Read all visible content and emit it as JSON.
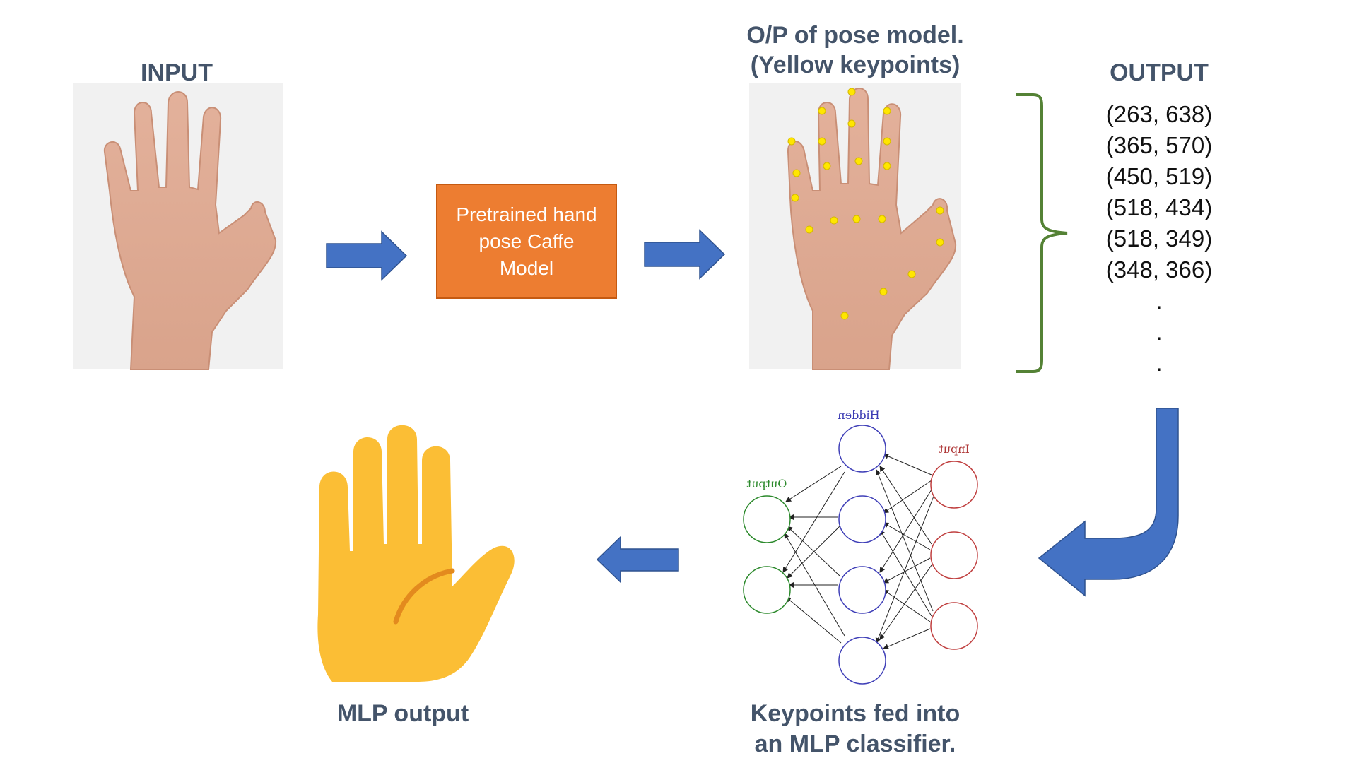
{
  "labels": {
    "input": "INPUT",
    "pose_title_line1": "O/P of pose model.",
    "pose_title_line2": "(Yellow keypoints)",
    "output": "OUTPUT",
    "model_box": "Pretrained hand pose Caffe Model",
    "mlp_output": "MLP output",
    "mlp_caption_line1": "Keypoints fed into",
    "mlp_caption_line2": "an MLP classifier."
  },
  "output_coordinates": [
    "(263, 638)",
    "(365, 570)",
    "(450, 519)",
    "(518, 434)",
    "(518, 349)",
    "(348, 366)"
  ],
  "ellipsis": [
    ".",
    ".",
    "."
  ],
  "network": {
    "hidden_label": "Hidden",
    "input_label": "Input",
    "output_label": "Output"
  },
  "colors": {
    "arrow": "#4472C4",
    "box": "#ED7D31",
    "label": "#44546A",
    "brace": "#548235",
    "hand_emoji": "#FBBE35",
    "keypoint": "#FFE600"
  }
}
